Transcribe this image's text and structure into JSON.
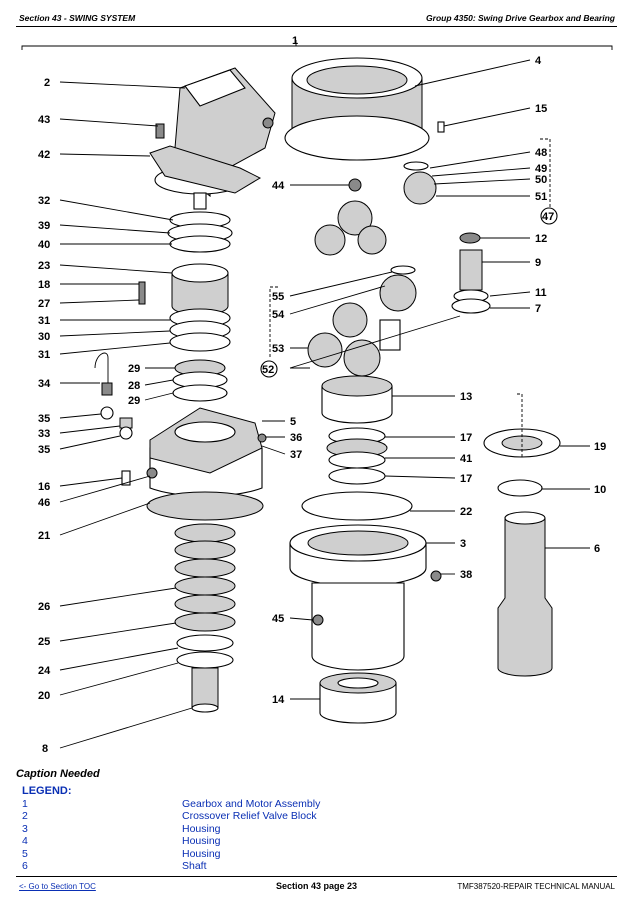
{
  "header": {
    "left": "Section 43 - SWING SYSTEM",
    "right": "Group 4350: Swing Drive Gearbox and Bearing"
  },
  "diagram": {
    "callouts": [
      "1",
      "2",
      "43",
      "42",
      "32",
      "39",
      "40",
      "23",
      "18",
      "27",
      "31",
      "30",
      "31",
      "34",
      "29",
      "28",
      "29",
      "35",
      "33",
      "35",
      "16",
      "46",
      "21",
      "26",
      "25",
      "24",
      "20",
      "8",
      "4",
      "15",
      "48",
      "49",
      "50",
      "51",
      "47",
      "44",
      "12",
      "9",
      "11",
      "7",
      "55",
      "54",
      "53",
      "52",
      "13",
      "5",
      "36",
      "37",
      "17",
      "41",
      "17",
      "19",
      "10",
      "22",
      "3",
      "6",
      "38",
      "45",
      "14"
    ]
  },
  "caption": "Caption Needed",
  "legend": {
    "title": "LEGEND:",
    "items": [
      {
        "num": "1",
        "desc": "Gearbox and Motor Assembly"
      },
      {
        "num": "2",
        "desc": "Crossover Relief Valve Block"
      },
      {
        "num": "3",
        "desc": "Housing"
      },
      {
        "num": "4",
        "desc": "Housing"
      },
      {
        "num": "5",
        "desc": "Housing"
      },
      {
        "num": "6",
        "desc": "Shaft"
      }
    ]
  },
  "footer": {
    "left_link": "<- Go to Section TOC",
    "center": "Section 43 page 23",
    "right": "TMF387520-REPAIR TECHNICAL MANUAL"
  }
}
